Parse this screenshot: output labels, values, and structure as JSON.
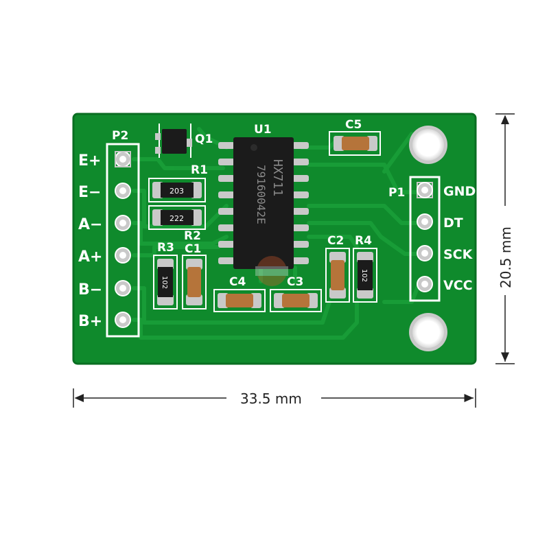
{
  "colors": {
    "pcb": "#0f8a2c",
    "pcb_edge": "#0a6e22",
    "trace": "#1aa03a",
    "silkscreen": "#ffffff",
    "pad": "#c9c9c9",
    "chip": "#1b1b1b",
    "capacitor": "#b5743a",
    "dimension": "#222222"
  },
  "chip": {
    "designator": "U1",
    "marking_line1": "HX711",
    "marking_line2": "79160042E"
  },
  "silkscreen": {
    "p2": "P2",
    "p1": "P1",
    "q1": "Q1",
    "c5": "C5",
    "r1": "R1",
    "r2": "R2",
    "r3": "R3",
    "c1": "C1",
    "c4": "C4",
    "c3": "C3",
    "c2": "C2",
    "r4": "R4"
  },
  "resistor_codes": {
    "r1": "203",
    "r2": "222",
    "r3": "102",
    "r4": "102"
  },
  "p2_pins": [
    "E+",
    "E−",
    "A−",
    "A+",
    "B−",
    "B+"
  ],
  "p1_pins": [
    "GND",
    "DT",
    "SCK",
    "VCC"
  ],
  "dimensions": {
    "width": "33.5 mm",
    "height": "20.5 mm"
  }
}
